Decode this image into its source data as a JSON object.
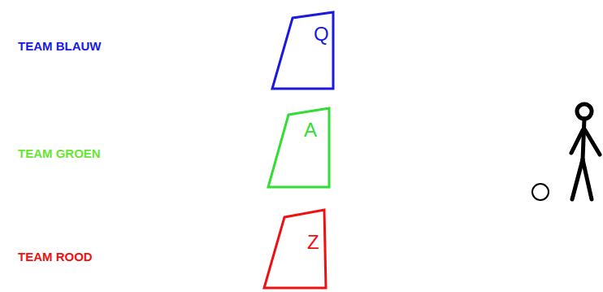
{
  "diagram": {
    "nodes": [
      {
        "text": [
          "Q"
        ]
      },
      {
        "text": [
          "A"
        ]
      },
      {
        "text": [
          "Z"
        ]
      }
    ],
    "labels": [
      "TEAM BLAUW",
      "TEAM GROEN",
      "TEAM ROOD"
    ]
  }
}
